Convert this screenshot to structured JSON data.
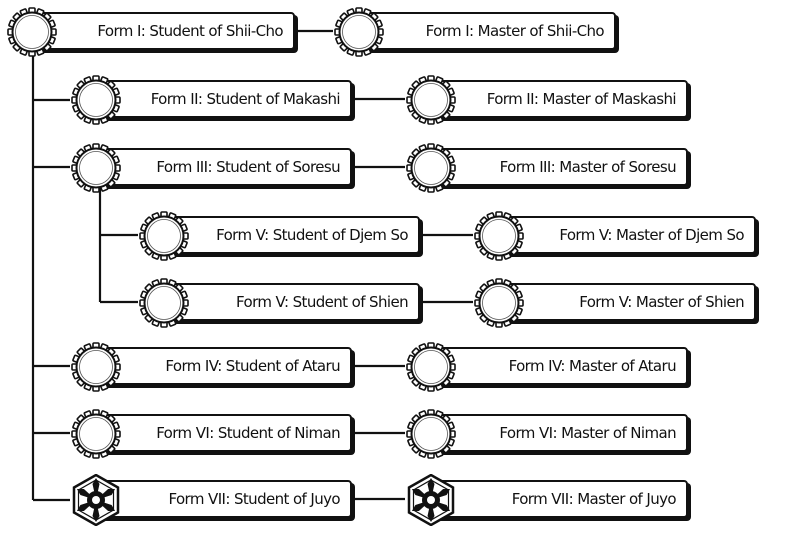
{
  "colors": {
    "line": "#111111",
    "fill": "#ffffff",
    "sith_emblem": "#111111"
  },
  "nodes": [
    {
      "id": "student-shii-cho",
      "label": "Form I: Student of Shii-Cho",
      "icon": "gear-badge-icon"
    },
    {
      "id": "master-shii-cho",
      "label": "Form I: Master of Shii-Cho",
      "icon": "gear-badge-icon"
    },
    {
      "id": "student-makashi",
      "label": "Form II: Student of Makashi",
      "icon": "gear-badge-icon"
    },
    {
      "id": "master-maskashi",
      "label": "Form II: Master of Maskashi",
      "icon": "gear-badge-icon"
    },
    {
      "id": "student-soresu",
      "label": "Form III: Student of Soresu",
      "icon": "gear-badge-icon"
    },
    {
      "id": "master-soresu",
      "label": "Form III: Master of Soresu",
      "icon": "gear-badge-icon"
    },
    {
      "id": "student-djem-so",
      "label": "Form V: Student of Djem So",
      "icon": "gear-badge-icon"
    },
    {
      "id": "master-djem-so",
      "label": "Form V: Master of Djem So",
      "icon": "gear-badge-icon"
    },
    {
      "id": "student-shien",
      "label": "Form V: Student of Shien",
      "icon": "gear-badge-icon"
    },
    {
      "id": "master-shien",
      "label": "Form V: Master of Shien",
      "icon": "gear-badge-icon"
    },
    {
      "id": "student-ataru",
      "label": "Form IV: Student of Ataru",
      "icon": "gear-badge-icon"
    },
    {
      "id": "master-ataru",
      "label": "Form IV: Master of Ataru",
      "icon": "gear-badge-icon"
    },
    {
      "id": "student-niman",
      "label": "Form VI: Student of Niman",
      "icon": "gear-badge-icon"
    },
    {
      "id": "master-niman",
      "label": "Form VI: Master of Niman",
      "icon": "gear-badge-icon"
    },
    {
      "id": "student-juyo",
      "label": "Form VII: Student of Juyo",
      "icon": "sith-emblem-icon"
    },
    {
      "id": "master-juyo",
      "label": "Form VII: Master of Juyo",
      "icon": "sith-emblem-icon"
    }
  ],
  "edges": [
    [
      "student-shii-cho",
      "master-shii-cho"
    ],
    [
      "student-shii-cho",
      "student-makashi"
    ],
    [
      "student-shii-cho",
      "student-soresu"
    ],
    [
      "student-shii-cho",
      "student-ataru"
    ],
    [
      "student-shii-cho",
      "student-niman"
    ],
    [
      "student-shii-cho",
      "student-juyo"
    ],
    [
      "student-soresu",
      "student-djem-so"
    ],
    [
      "student-soresu",
      "student-shien"
    ],
    [
      "student-makashi",
      "master-maskashi"
    ],
    [
      "student-soresu",
      "master-soresu"
    ],
    [
      "student-djem-so",
      "master-djem-so"
    ],
    [
      "student-shien",
      "master-shien"
    ],
    [
      "student-ataru",
      "master-ataru"
    ],
    [
      "student-niman",
      "master-niman"
    ],
    [
      "student-juyo",
      "master-juyo"
    ]
  ]
}
